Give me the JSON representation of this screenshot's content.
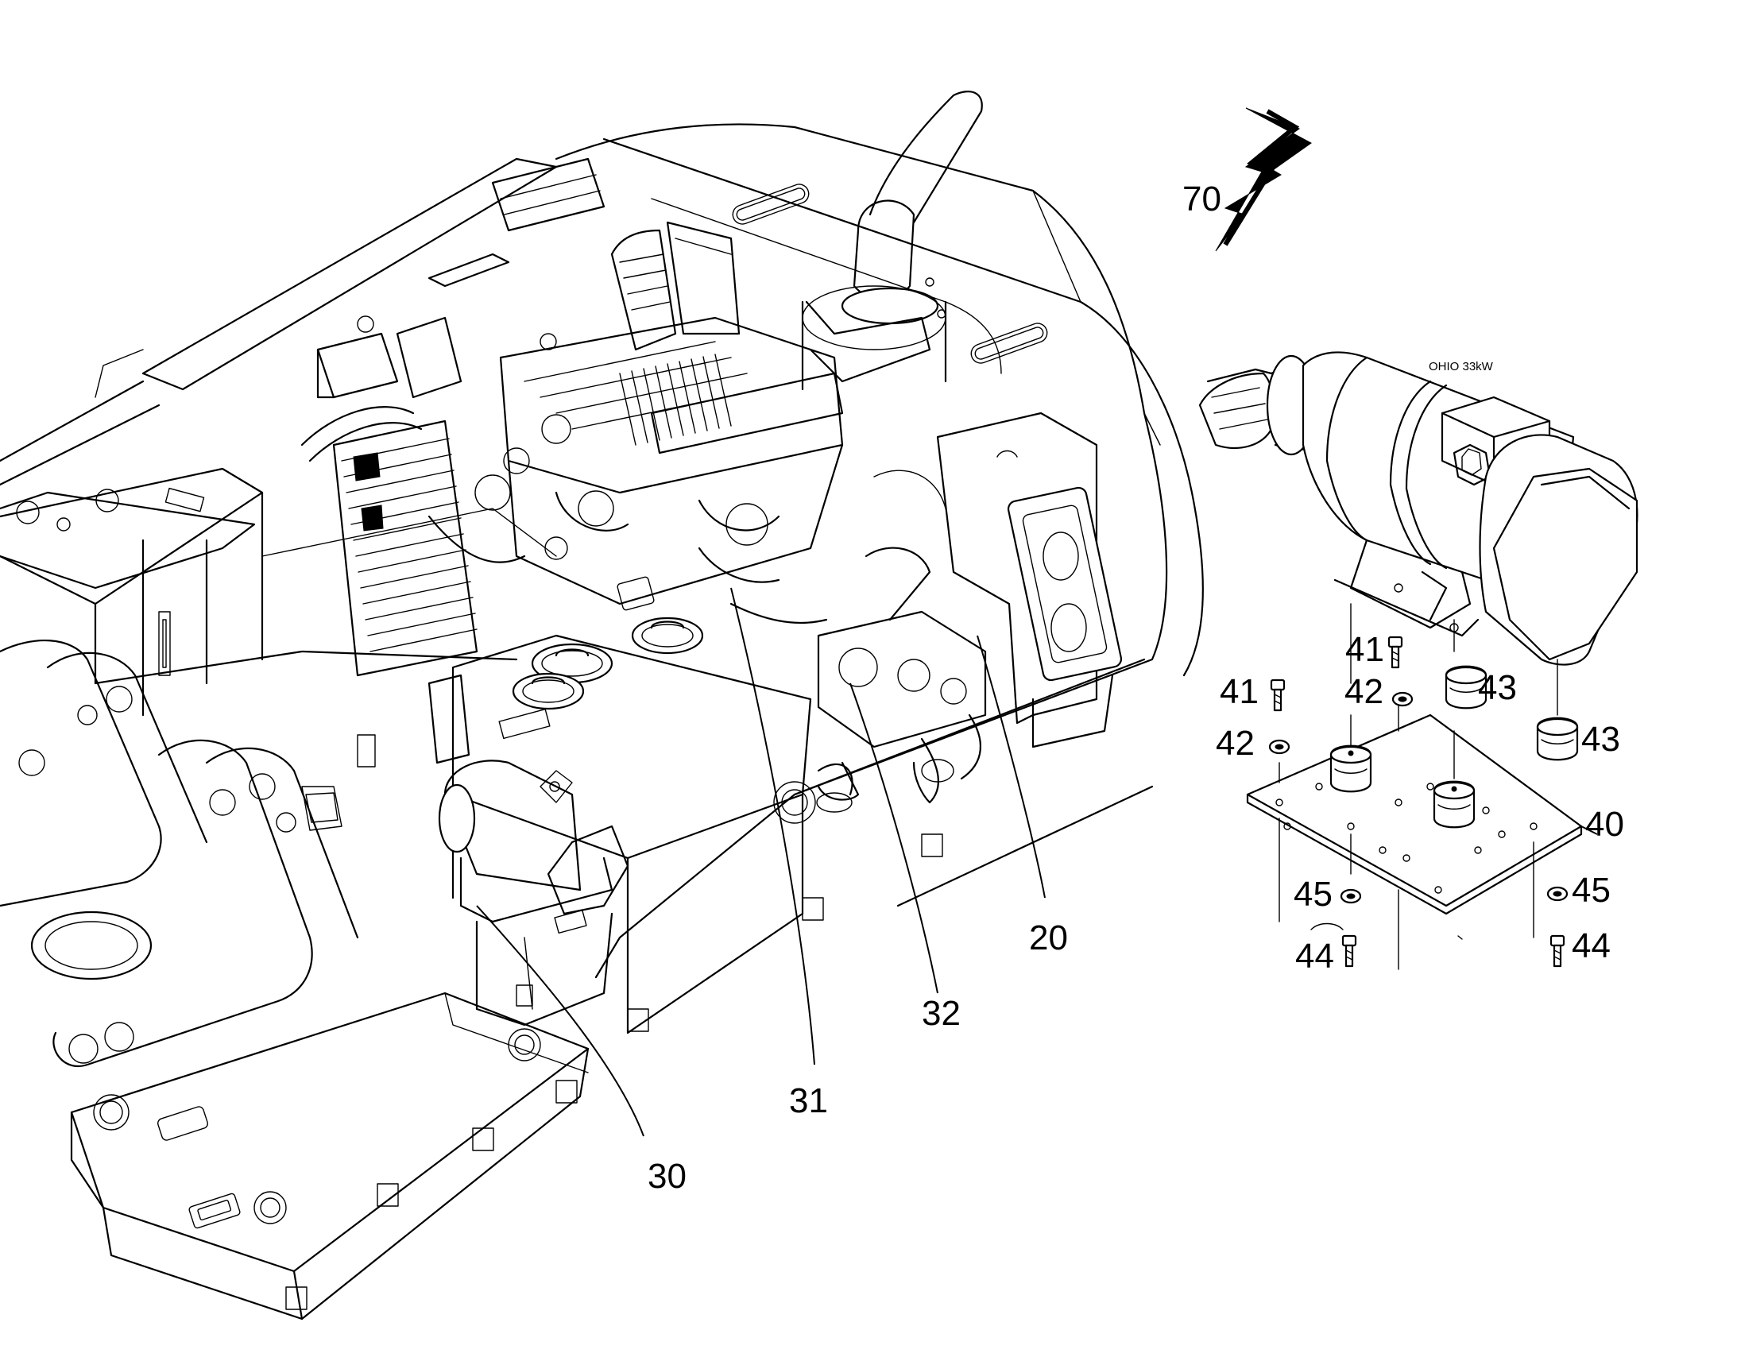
{
  "diagram": {
    "callouts": [
      "70",
      "20",
      "30",
      "31",
      "32",
      "40",
      "41",
      "41",
      "42",
      "42",
      "43",
      "43",
      "44",
      "44",
      "45",
      "45"
    ],
    "callout_labels": {
      "c70": "70",
      "c20": "20",
      "c30": "30",
      "c31": "31",
      "c32": "32",
      "c40": "40",
      "c41a": "41",
      "c41b": "41",
      "c42a": "42",
      "c42b": "42",
      "c43a": "43",
      "c43b": "43",
      "c44a": "44",
      "c44b": "44",
      "c45a": "45",
      "c45b": "45"
    },
    "motor_nameplate": "OHIO 33kW",
    "icons": [
      "electric-lightning-icon"
    ]
  }
}
